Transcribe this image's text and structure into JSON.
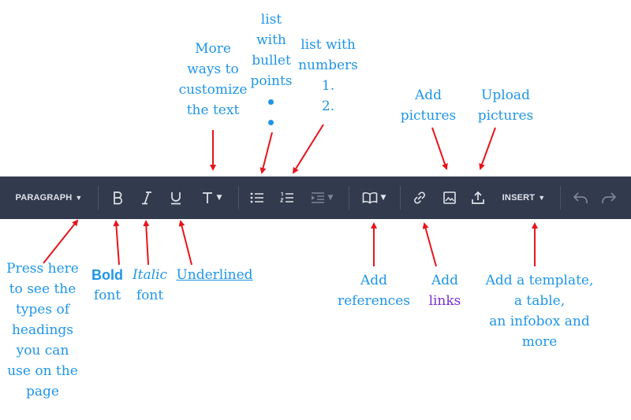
{
  "toolbar": {
    "paragraph_label": "PARAGRAPH",
    "insert_label": "INSERT",
    "colors": {
      "background": "#323a4d",
      "icon": "#dfe3ea",
      "disabled_icon": "#7d8496"
    }
  },
  "annotations": {
    "more_ways": [
      "More",
      "ways to",
      "customize",
      "the text"
    ],
    "bullet_list": [
      "list",
      "with",
      "bullet",
      "points"
    ],
    "numbered_list": [
      "list with",
      "numbers",
      "1.",
      "2."
    ],
    "add_pictures": [
      "Add",
      "pictures"
    ],
    "upload_pictures": [
      "Upload",
      "pictures"
    ],
    "paragraph_help": [
      "Press here",
      "to see the",
      "types of",
      "headings",
      "you can",
      "use on the",
      "page"
    ],
    "bold": {
      "word": "Bold",
      "rest": "font"
    },
    "italic": {
      "word": "Italic",
      "rest": "font"
    },
    "underlined": "Underlined",
    "references": [
      "Add",
      "references"
    ],
    "links": {
      "first": "Add",
      "second": "links"
    },
    "template": [
      "Add a template,",
      "a table,",
      "an infobox and",
      "more"
    ]
  },
  "colors": {
    "annotation_text": "#1f95e8",
    "arrow": "#e8141c",
    "link_text": "#7b2fd0"
  }
}
